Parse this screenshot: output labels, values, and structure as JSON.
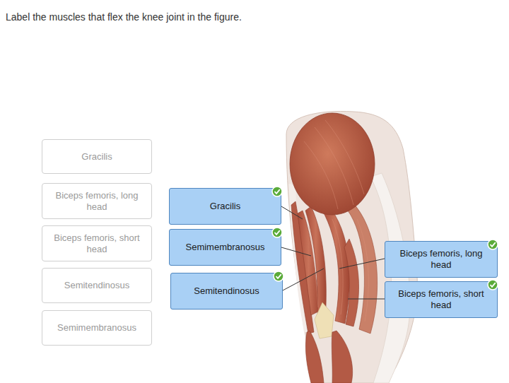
{
  "diagram": {
    "title": "Label the muscles that flex the knee joint in the figure.",
    "nodes": [
      {
        "text": [
          "Gracilis"
        ]
      },
      {
        "text": [
          "Biceps femoris, long head"
        ]
      },
      {
        "text": [
          "Biceps femoris, short head"
        ]
      },
      {
        "text": [
          "Semitendinosus"
        ]
      },
      {
        "text": [
          "Semimembranosus"
        ]
      },
      {
        "text": [
          "Gracilis"
        ]
      },
      {
        "text": [
          "Semimembranosus"
        ]
      },
      {
        "text": [
          "Semitendinosus"
        ]
      },
      {
        "text": [
          "Biceps femoris, long head"
        ]
      },
      {
        "text": [
          "Biceps femoris, short head"
        ]
      }
    ]
  }
}
